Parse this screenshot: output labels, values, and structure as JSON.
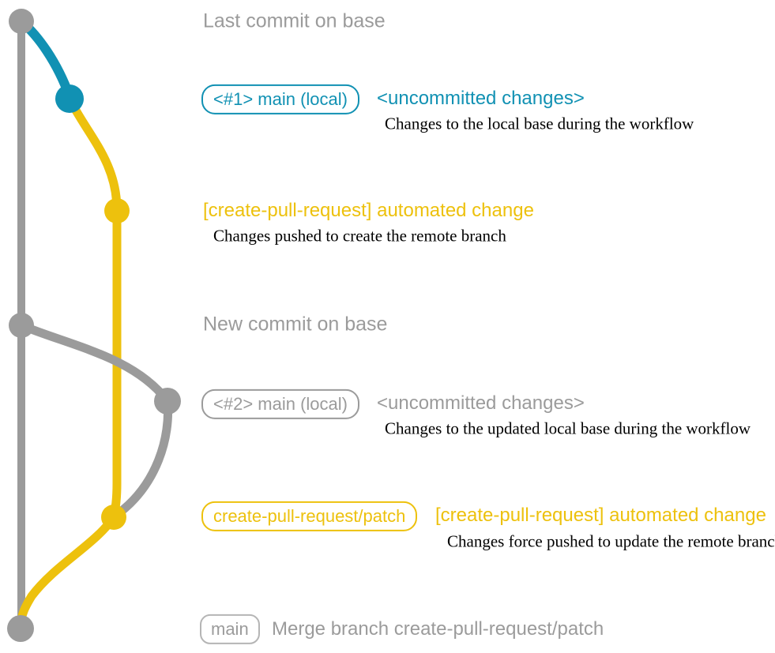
{
  "colors": {
    "gray": "#9b9b9b",
    "light_gray": "#b5b5b5",
    "blue": "#1191b3",
    "yellow": "#edc10d",
    "black": "#000000"
  },
  "rows": {
    "last_commit": {
      "label": "Last commit on base"
    },
    "commit1": {
      "badge": "<#1> main (local)",
      "title": "<uncommitted changes>",
      "desc": "Changes to the local base during the workflow"
    },
    "automated1": {
      "title": "[create-pull-request] automated change",
      "desc": "Changes pushed to create the remote branch"
    },
    "new_commit": {
      "label": "New commit on base"
    },
    "commit2": {
      "badge": "<#2> main (local)",
      "title": "<uncommitted changes>",
      "desc": "Changes to the updated local base during the workflow"
    },
    "automated2": {
      "badge": "create-pull-request/patch",
      "title": "[create-pull-request] automated change",
      "desc": "Changes force pushed to update the remote branch"
    },
    "merge": {
      "badge": "main",
      "title": "Merge branch create-pull-request/patch"
    }
  }
}
